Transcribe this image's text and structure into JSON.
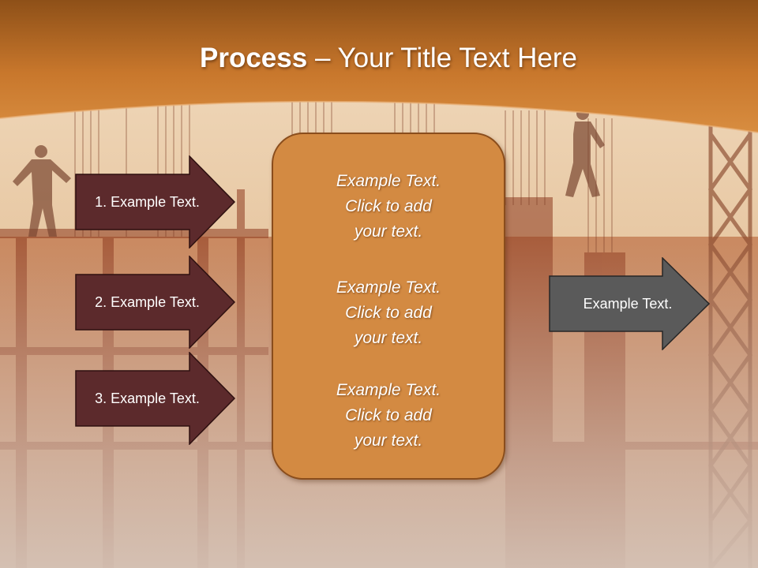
{
  "slide": {
    "title_bold": "Process",
    "title_rest": " – Your Title Text Here",
    "steps": [
      {
        "label": "1. Example Text."
      },
      {
        "label": "2. Example Text."
      },
      {
        "label": "3. Example Text."
      }
    ],
    "center_items": [
      {
        "line1": "Example Text.",
        "line2": "Click  to add",
        "line3": "your text."
      },
      {
        "line1": "Example Text.",
        "line2": "Click  to add",
        "line3": "your text."
      },
      {
        "line1": "Example Text.",
        "line2": "Click  to add",
        "line3": "your text."
      }
    ],
    "output": {
      "label": "Example Text."
    }
  },
  "colors": {
    "header_orange": "#c8772c",
    "step_arrow_fill": "#5c2a2c",
    "center_box_fill": "#d38a42",
    "output_arrow_fill": "#5a5a5a"
  },
  "icons": {
    "background": "construction-site-photo"
  }
}
